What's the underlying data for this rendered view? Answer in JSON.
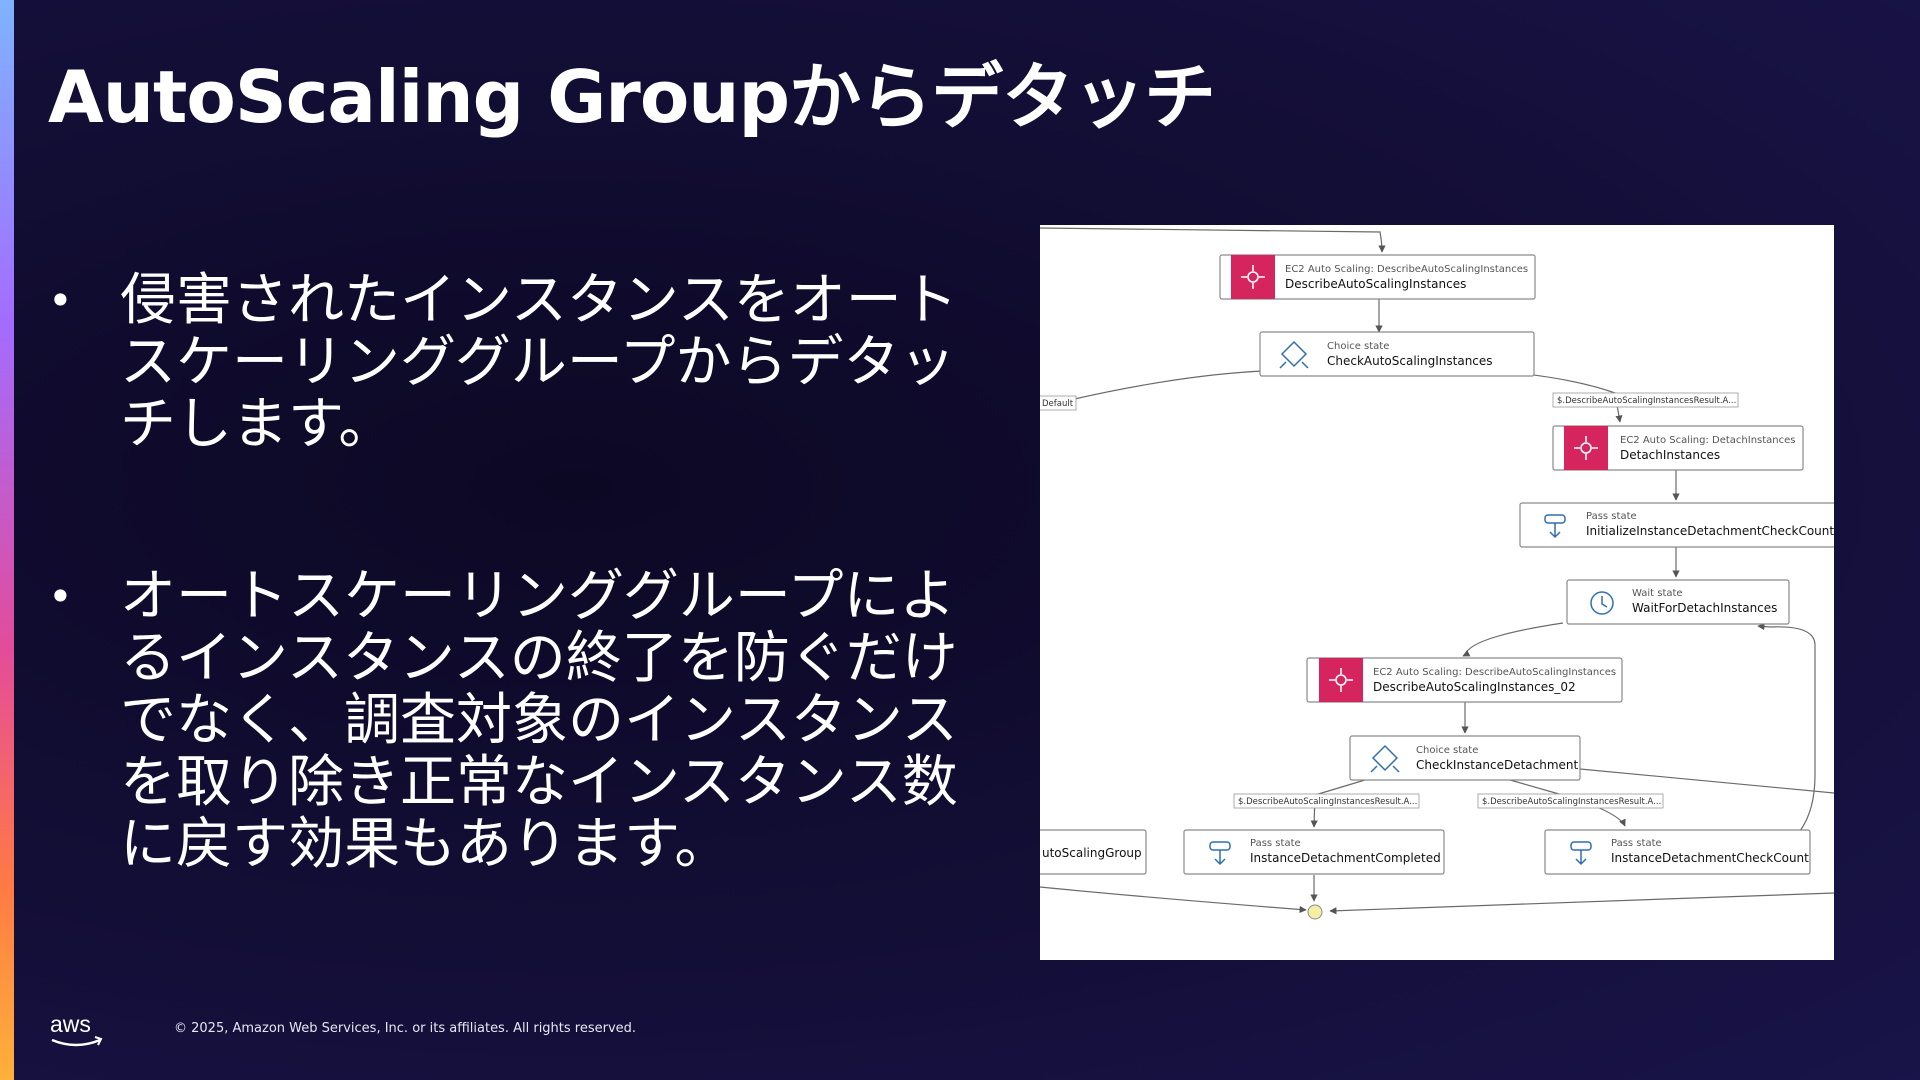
{
  "slide": {
    "title": "AutoScaling Groupからデタッチ",
    "bullets": [
      "侵害されたインスタンスをオートスケーリンググループからデタッチします。",
      "オートスケーリンググループによるインスタンスの終了を防ぐだけでなく、調査対象のインスタンスを取り除き正常なインスタンス数に戻す効果もあります。"
    ],
    "bullet_symbol": "•"
  },
  "diagram": {
    "nodes": {
      "describe": {
        "type": "EC2 Auto Scaling: DescribeAutoScalingInstances",
        "name": "DescribeAutoScalingInstances",
        "icon": "autoscaling-icon"
      },
      "check": {
        "type": "Choice state",
        "name": "CheckAutoScalingInstances",
        "icon": "choice-icon"
      },
      "detach": {
        "type": "EC2 Auto Scaling: DetachInstances",
        "name": "DetachInstances",
        "icon": "autoscaling-icon"
      },
      "init": {
        "type": "Pass state",
        "name": "InitializeInstanceDetachmentCheckCount",
        "icon": "pass-icon"
      },
      "wait": {
        "type": "Wait state",
        "name": "WaitForDetachInstances",
        "icon": "clock-icon"
      },
      "describe02": {
        "type": "EC2 Auto Scaling: DescribeAutoScalingInstances",
        "name": "DescribeAutoScalingInstances_02",
        "icon": "autoscaling-icon"
      },
      "checkdet": {
        "type": "Choice state",
        "name": "CheckInstanceDetachment",
        "icon": "choice-icon"
      },
      "completed": {
        "type": "Pass state",
        "name": "InstanceDetachmentCompleted",
        "icon": "pass-icon"
      },
      "count": {
        "type": "Pass state",
        "name": "InstanceDetachmentCheckCount",
        "icon": "pass-icon"
      },
      "asg": {
        "name": "utoScalingGroup"
      }
    },
    "edge_labels": {
      "default": "Default",
      "cond1": "$.DescribeAutoScalingInstancesResult.A...",
      "cond2": "$.DescribeAutoScalingInstancesResult.A...",
      "cond3": "$.DescribeAutoScalingInstancesResult.A..."
    },
    "colors": {
      "autoscaling": "#d6245f",
      "pass_icon": "#2f6fb5",
      "border": "#8a8a8a",
      "edge": "#555555",
      "end_dot": "#f3f0a6"
    }
  },
  "footer": {
    "logo_text": "aws",
    "copyright": "© 2025, Amazon Web Services, Inc. or its affiliates. All rights reserved."
  }
}
